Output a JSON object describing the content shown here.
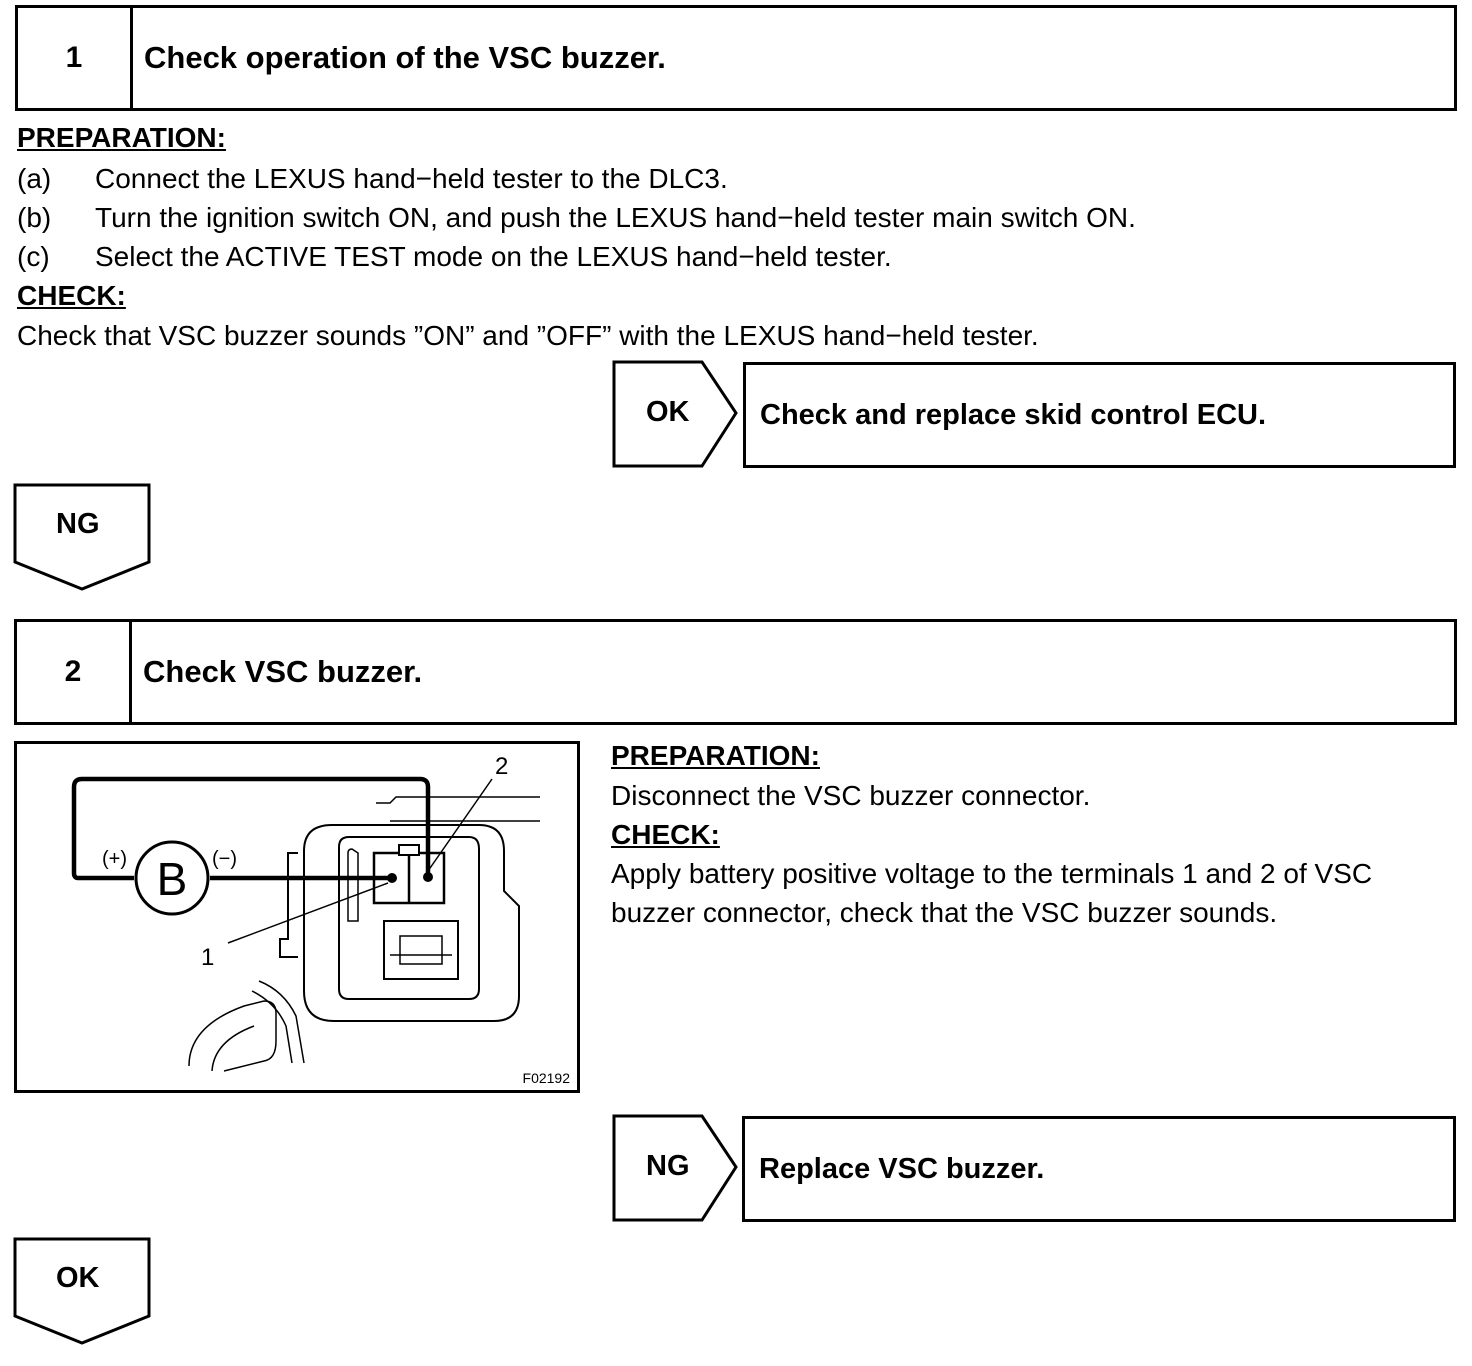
{
  "step1": {
    "number": "1",
    "title": "Check operation of the VSC buzzer.",
    "preparation_heading": "PREPARATION:",
    "preparation_items": [
      {
        "label": "(a)",
        "text": "Connect the LEXUS hand−held tester to the DLC3."
      },
      {
        "label": "(b)",
        "text": "Turn the ignition switch ON, and push the LEXUS hand−held tester main switch ON."
      },
      {
        "label": "(c)",
        "text": "Select the ACTIVE TEST mode on the LEXUS hand−held tester."
      }
    ],
    "check_heading": "CHECK:",
    "check_text": "Check that VSC buzzer sounds ”ON” and ”OFF” with the LEXUS hand−held tester.",
    "ok_label": "OK",
    "ok_action": "Check and replace skid control ECU.",
    "ng_label": "NG"
  },
  "step2": {
    "number": "2",
    "title": "Check VSC buzzer.",
    "preparation_heading": "PREPARATION:",
    "preparation_text": "Disconnect the VSC buzzer connector.",
    "check_heading": "CHECK:",
    "check_lines": [
      "Apply battery positive voltage to the terminals 1 and 2 of VSC",
      "buzzer connector, check that the VSC buzzer sounds."
    ],
    "ng_label": "NG",
    "ng_action": "Replace VSC buzzer.",
    "ok_label": "OK"
  },
  "diagram": {
    "battery_symbol": "B",
    "plus_label": "(+)",
    "minus_label": "(−)",
    "terminal_1": "1",
    "terminal_2": "2",
    "figure_code": "F02192"
  }
}
